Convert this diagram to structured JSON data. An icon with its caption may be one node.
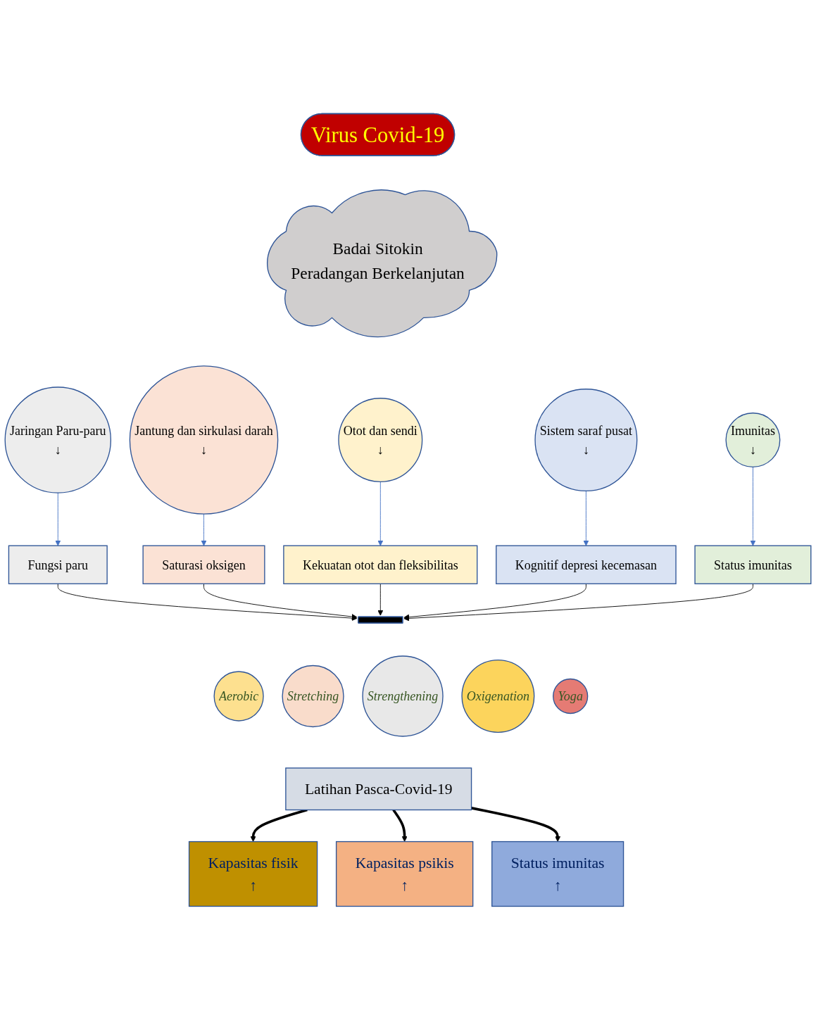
{
  "diagram": {
    "nodes": [
      {
        "text": [
          "Virus Covid-19"
        ]
      },
      {
        "text": [
          "Badai Sitokin",
          "Peradangan Berkelanjutan"
        ]
      },
      {
        "text": [
          "Jaringan Paru-paru",
          "↓"
        ]
      },
      {
        "text": [
          "Jantung dan sirkulasi darah",
          "↓"
        ]
      },
      {
        "text": [
          "Otot dan sendi",
          "↓"
        ]
      },
      {
        "text": [
          "Sistem saraf pusat",
          "↓"
        ]
      },
      {
        "text": [
          "Imunitas",
          "↓"
        ]
      },
      {
        "text": [
          "Fungsi paru"
        ]
      },
      {
        "text": [
          "Saturasi oksigen"
        ]
      },
      {
        "text": [
          "Kekuatan otot dan fleksibilitas"
        ]
      },
      {
        "text": [
          "Kognitif depresi kecemasan"
        ]
      },
      {
        "text": [
          "Status imunitas"
        ]
      },
      {
        "text": [],
        "shape": "bar"
      },
      {
        "text": [
          "Aerobic"
        ]
      },
      {
        "text": [
          "Stretching"
        ]
      },
      {
        "text": [
          "Strengthening"
        ]
      },
      {
        "text": [
          "Oxigenation"
        ]
      },
      {
        "text": [
          "Yoga"
        ]
      },
      {
        "text": [
          "Latihan Pasca-Covid-19"
        ]
      },
      {
        "text": [
          "Kapasitas fisik",
          "↑"
        ]
      },
      {
        "text": [
          "Kapasitas psikis",
          "↑"
        ]
      },
      {
        "text": [
          "Status imunitas",
          "↑"
        ]
      }
    ],
    "edges": [
      {
        "from": 2,
        "to": 7,
        "arrow": "to",
        "color": "#4472c4"
      },
      {
        "from": 3,
        "to": 8,
        "arrow": "to",
        "color": "#4472c4"
      },
      {
        "from": 4,
        "to": 9,
        "arrow": "to",
        "color": "#4472c4"
      },
      {
        "from": 5,
        "to": 10,
        "arrow": "to",
        "color": "#4472c4"
      },
      {
        "from": 6,
        "to": 11,
        "arrow": "to",
        "color": "#4472c4"
      },
      {
        "from": 7,
        "to": 12,
        "arrow": "to",
        "color": "#000000"
      },
      {
        "from": 8,
        "to": 12,
        "arrow": "to",
        "color": "#000000"
      },
      {
        "from": 9,
        "to": 12,
        "arrow": "to",
        "color": "#000000"
      },
      {
        "from": 10,
        "to": 12,
        "arrow": "to",
        "color": "#000000"
      },
      {
        "from": 11,
        "to": 12,
        "arrow": "to",
        "color": "#000000"
      },
      {
        "from": 18,
        "to": 19,
        "arrow": "to",
        "style": "thick",
        "color": "#000000"
      },
      {
        "from": 18,
        "to": 20,
        "arrow": "to",
        "style": "thick",
        "color": "#000000"
      },
      {
        "from": 18,
        "to": 21,
        "arrow": "to",
        "style": "thick",
        "color": "#000000"
      }
    ]
  }
}
